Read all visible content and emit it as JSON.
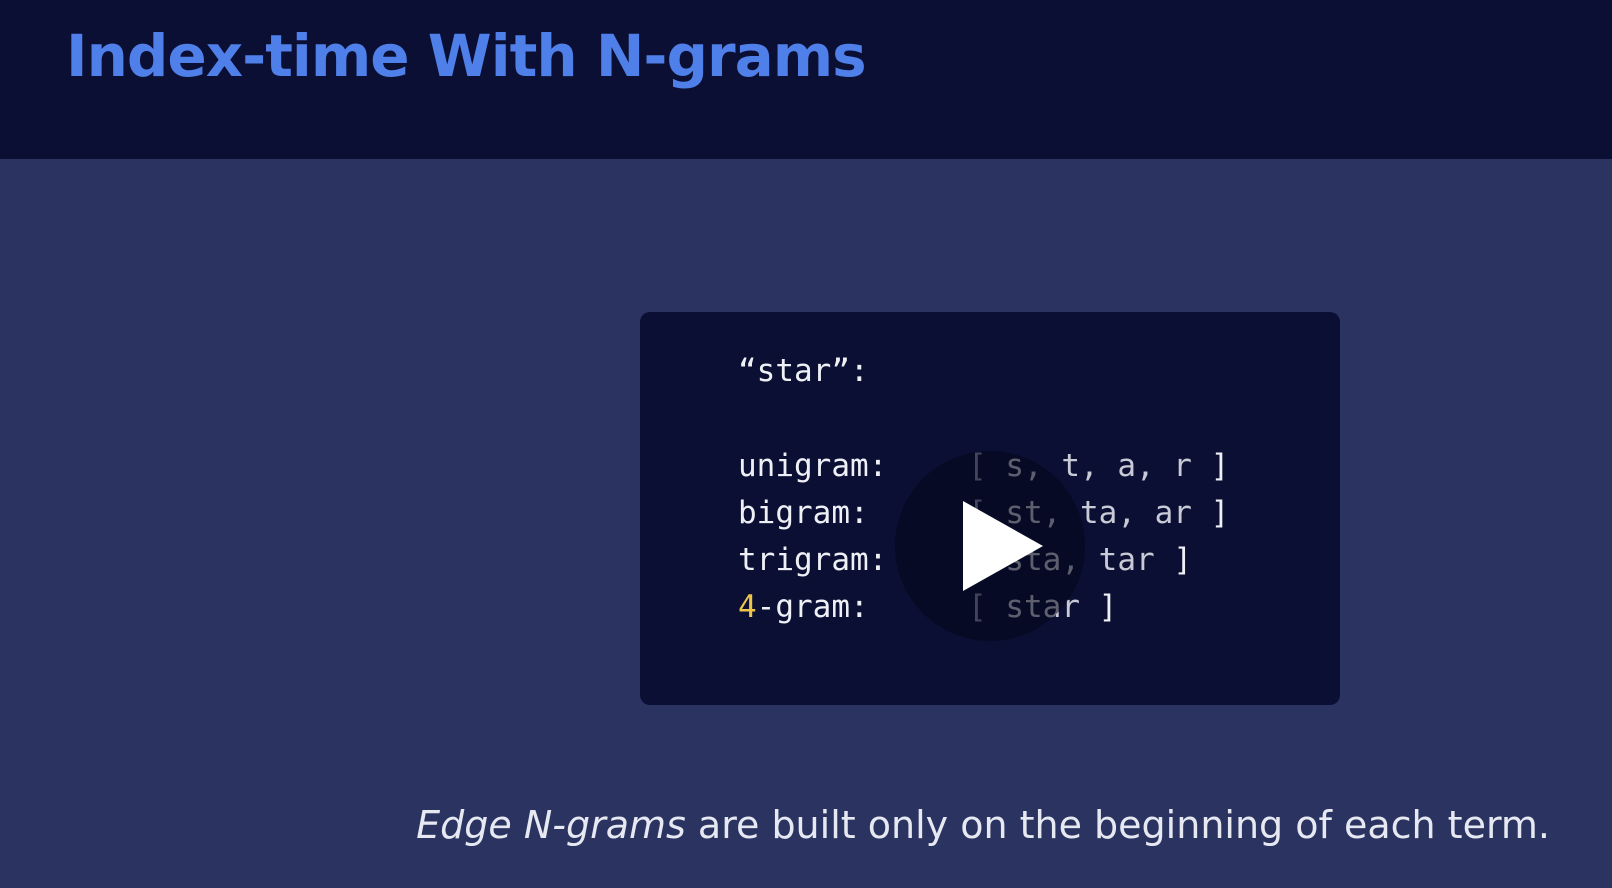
{
  "slide": {
    "title": "Index-time With N-grams",
    "example_word": "“star”:",
    "rows": [
      {
        "label": "unigram:",
        "label_prefix": "",
        "label_suffix": "unigram:",
        "open": "[",
        "values": " s, t, a, r ",
        "close": "]"
      },
      {
        "label": "bigram:",
        "label_prefix": "",
        "label_suffix": "bigram:",
        "open": "[",
        "values": " st, ta, ar ",
        "close": "]"
      },
      {
        "label": "trigram:",
        "label_prefix": "",
        "label_suffix": "trigram:",
        "open": "[",
        "values": " sta, tar ",
        "close": "]"
      },
      {
        "label": "4-gram:",
        "label_prefix": "4",
        "label_suffix": "-gram:",
        "open": "[",
        "values": " star ",
        "close": "]"
      }
    ],
    "caption_italic": "Edge N-grams",
    "caption_rest": " are built only on the beginning of each term."
  },
  "player": {
    "play_icon": "play-icon"
  },
  "colors": {
    "header_bg": "#0b0f33",
    "slide_bg": "#2b3461",
    "title": "#4f7fe8",
    "highlight_digit": "#ecc54a",
    "code_text": "#eef0f6"
  }
}
